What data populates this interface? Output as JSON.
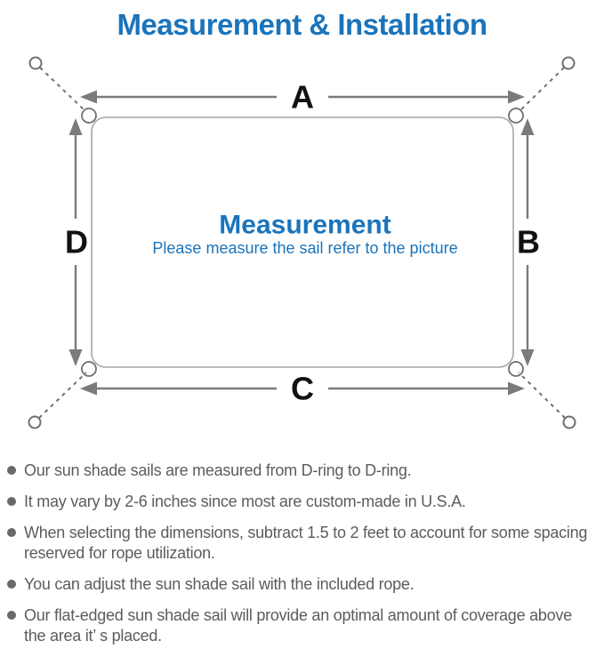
{
  "title": "Measurement & Installation",
  "colors": {
    "accent_blue": "#1a74bb",
    "line_gray": "#7b7b7b",
    "ring_gray": "#6f6f6f",
    "note_text_gray": "#5c5c5c",
    "label_black": "#111111"
  },
  "diagram": {
    "labels": {
      "top": "A",
      "right": "B",
      "bottom": "C",
      "left": "D"
    },
    "center_title": "Measurement",
    "center_subtitle": "Please measure the sail refer to the picture"
  },
  "notes": {
    "items": [
      "Our sun shade sails are measured from D-ring to D-ring.",
      "It may vary by 2-6 inches since most are custom-made in U.S.A.",
      "When selecting the dimensions, subtract 1.5 to 2 feet to account for some spacing\nreserved for rope utilization.",
      "You can adjust the sun shade sail with the included rope.",
      "Our flat-edged sun shade sail will provide an optimal amount of coverage above\nthe area it’ s placed."
    ]
  }
}
